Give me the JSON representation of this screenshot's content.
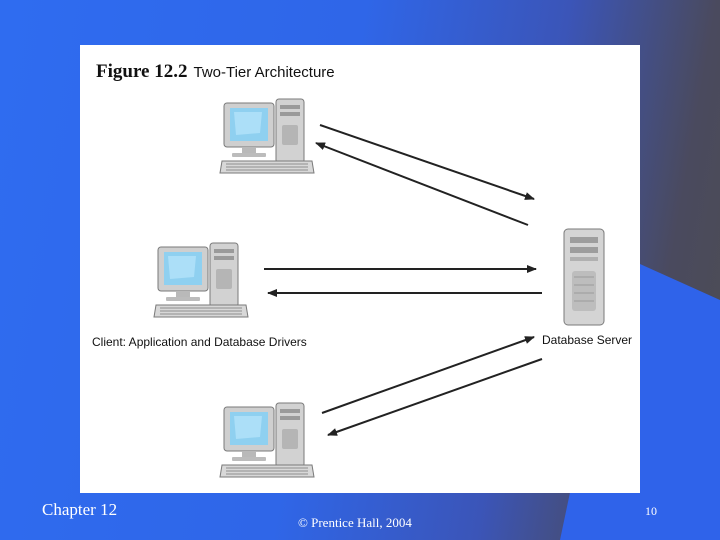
{
  "figure": {
    "number": "Figure 12.2",
    "title": "Two-Tier Architecture",
    "client_label": "Client: Application and Database Drivers",
    "server_label": "Database Server"
  },
  "footer": {
    "chapter": "Chapter 12",
    "copyright": "© Prentice Hall, 2004",
    "page": "10"
  },
  "colors": {
    "slide_blue": "#2f6cf0",
    "slide_dark": "#4d4d52",
    "monitor_screen": "#8fd0f0",
    "device_gray": "#c8c8c8",
    "arrow": "#222222"
  },
  "icons": [
    "client-computer-icon",
    "database-server-icon",
    "arrow-icon"
  ]
}
